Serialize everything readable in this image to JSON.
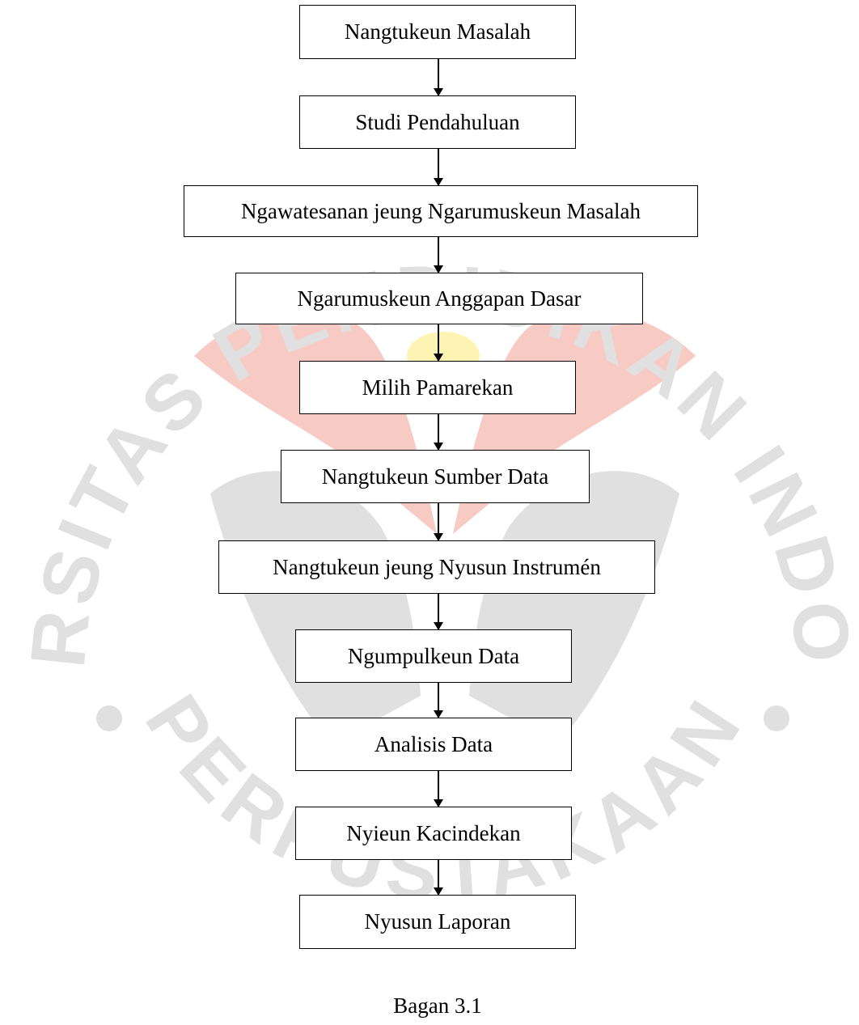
{
  "colors": {
    "watermark_red": "#f7cbc3",
    "watermark_gray": "#e0e0e0",
    "watermark_yellow": "#fdf4b4",
    "box_border": "#000000",
    "text": "#000000"
  },
  "watermark": {
    "arc_top": "UNIVERSITAS PENDIDIKAN INDONESIA",
    "arc_bottom": "PERPUSTAKAAN"
  },
  "flowchart": {
    "steps": [
      "Nangtukeun Masalah",
      "Studi Pendahuluan",
      "Ngawatesanan jeung Ngarumuskeun Masalah",
      "Ngarumuskeun Anggapan Dasar",
      "Milih Pamarekan",
      "Nangtukeun Sumber Data",
      "Nangtukeun jeung Nyusun Instrumén",
      "Ngumpulkeun Data",
      "Analisis Data",
      "Nyieun Kacindekan",
      "Nyusun Laporan"
    ],
    "caption": "Bagan 3.1"
  }
}
